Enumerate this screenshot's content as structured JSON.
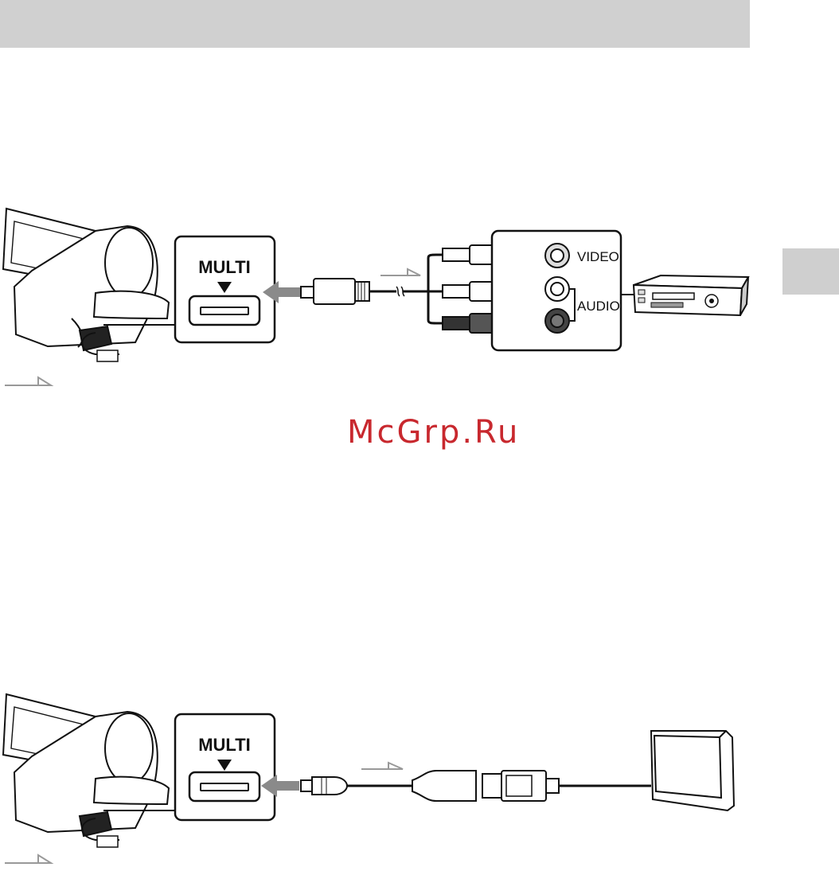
{
  "connection_top": {
    "port_label": "MULTI",
    "video_label": "VIDEO",
    "audio_label": "AUDIO"
  },
  "connection_bottom": {
    "port_label": "MULTI"
  },
  "watermark": "McGrp.Ru",
  "colors": {
    "header_band": "#d0d0d0",
    "side_tab": "#cfcfcf",
    "watermark": "#c8282e",
    "arrow": "#8a8a8a"
  }
}
